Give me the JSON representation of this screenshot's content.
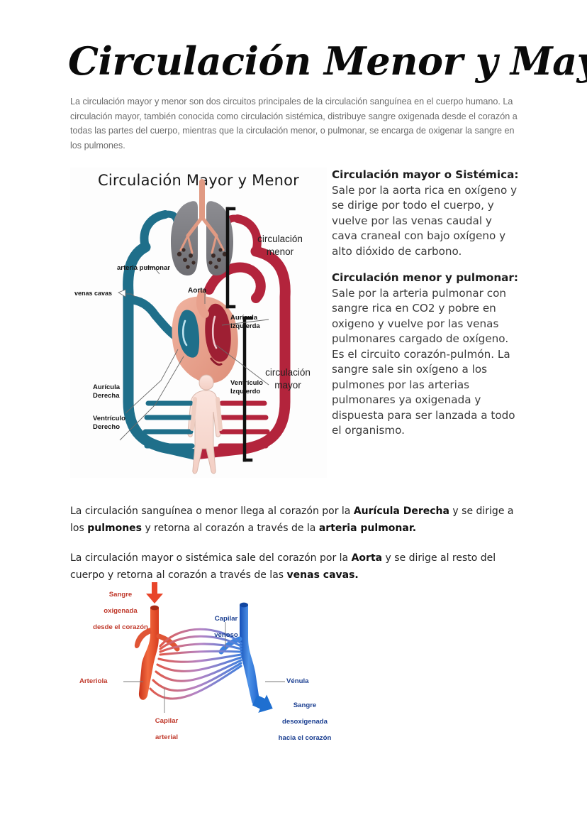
{
  "document": {
    "title": "Circulación Menor y Mayor",
    "intro": "La circulación mayor y menor son dos circuitos principales de la circulación sanguínea en el cuerpo humano. La circulación mayor, también conocida como circulación sistémica, distribuye sangre oxigenada desde el corazón a todas las partes del cuerpo, mientras que la circulación menor, o pulmonar, se encarga de oxigenar la sangre en los pulmones."
  },
  "figure_heart": {
    "title": "Circulación Mayor y Menor",
    "brace_minor": "circulación\nmenor",
    "brace_minor_line1": "circulación",
    "brace_minor_line2": "menor",
    "brace_major_line1": "circulación",
    "brace_major_line2": "mayor",
    "labels": {
      "pulmonary_artery": "arteria pulmonar",
      "vena_cava": "venas cavas",
      "aorta": "Aorta",
      "left_atrium_l1": "Aurícula",
      "left_atrium_l2": "Izquierda",
      "left_ventricle_l1": "Ventrículo",
      "left_ventricle_l2": "Izquierdo",
      "right_atrium_l1": "Aurícula",
      "right_atrium_l2": "Derecha",
      "right_ventricle_l1": "Ventrículo",
      "right_ventricle_l2": "Derecho"
    },
    "colors": {
      "artery_red": "#b3243c",
      "vein_blue": "#1f6f8a",
      "lung_gray": "#7c7c80",
      "heart_pink": "#e8a08c"
    }
  },
  "sidebar_text": {
    "major_heading": "Circulación mayor o Sistémica:",
    "major_body": " Sale por la aorta rica en oxígeno y se dirige por todo el cuerpo, y vuelve por las venas  caudal y cava craneal con bajo oxígeno y alto dióxido de carbono.",
    "minor_heading": "Circulación menor y pulmonar:",
    "minor_body": " Sale por la arteria pulmonar con sangre rica en CO2 y pobre en oxigeno y vuelve por las venas pulmonares cargado de oxígeno. Es el circuito corazón-pulmón. La sangre sale sin oxígeno a los pulmones por las arterias pulmonares ya oxigenada y dispuesta para ser lanzada a todo el organismo."
  },
  "paragraphs": {
    "p1_a": "La circulación sanguínea o menor llega al corazón por la ",
    "p1_b1": "Aurícula Derecha",
    "p1_c": " y se dirige a los ",
    "p1_b2": "pulmones",
    "p1_d": " y retorna al corazón a través de la ",
    "p1_b3": "arteria pulmonar.",
    "p2_a": "La circulación  mayor o sistémica sale del corazón por la ",
    "p2_b1": "Aorta",
    "p2_c": " y se dirige al resto del cuerpo y retorna al corazón a través de las ",
    "p2_b2": "venas cavas."
  },
  "figure_capillary": {
    "oxygenated_l1": "Sangre",
    "oxygenated_l2": "oxigenada",
    "oxygenated_l3": "desde el corazón",
    "arteriole": "Arteriola",
    "arterial_capillary_l1": "Capilar",
    "arterial_capillary_l2": "arterial",
    "venous_capillary_l1": "Capilar",
    "venous_capillary_l2": "venoso",
    "venule": "Vénula",
    "deoxygenated_l1": "Sangre",
    "deoxygenated_l2": "desoxigenada",
    "deoxygenated_l3": "hacia el corazón",
    "colors": {
      "arterial_red": "#e8452a",
      "venous_blue": "#1f6fd0",
      "label_red": "#c0392b",
      "label_blue": "#1b3f91"
    }
  }
}
